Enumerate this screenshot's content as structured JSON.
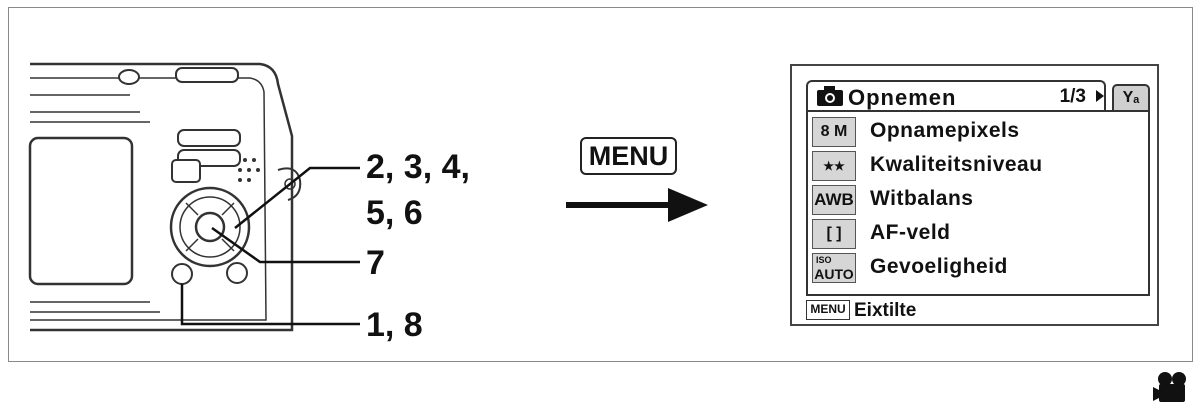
{
  "callouts": {
    "c1": "2, 3, 4,",
    "c2": "5, 6",
    "c3": "7",
    "c4": "1, 8"
  },
  "menu_button": "MENU",
  "screen": {
    "tab_title": "Opnemen",
    "page_indicator": "1/3",
    "tool_tab": "Y̲",
    "items": [
      {
        "icon": "8 M",
        "label": "Opnamepixels"
      },
      {
        "icon": "★★",
        "label": "Kwaliteitsniveau"
      },
      {
        "icon": "AWB",
        "label": "Witbalans"
      },
      {
        "icon": "[   ]",
        "label": "AF-veld"
      },
      {
        "icon_top": "ISO",
        "icon_bottom": "AUTO",
        "label": "Gevoeligheid"
      }
    ],
    "footer_key": "MENU",
    "footer_text": "Eixtilte"
  },
  "colors": {
    "frame": "#8a8a8a",
    "icon_bg": "#d6d6d6",
    "ink": "#111111"
  }
}
